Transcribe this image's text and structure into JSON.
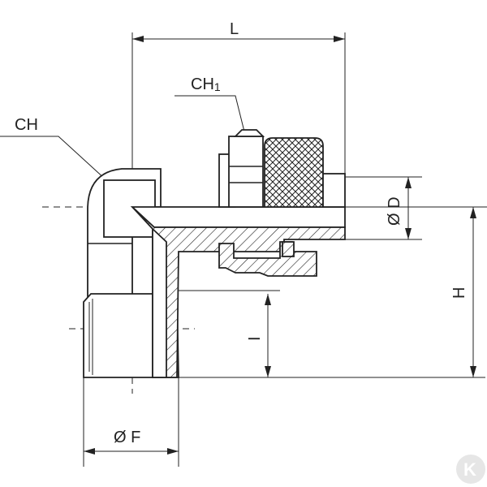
{
  "labels": {
    "L": "L",
    "CH1_main": "CH",
    "CH1_sub": "1",
    "CH": "CH",
    "D": "Ø D",
    "H": "H",
    "I": "I",
    "F": "Ø F"
  },
  "logo": {
    "letter": "K"
  },
  "colors": {
    "line": "#222222",
    "background": "#ffffff",
    "watermark": "#e6e6e6"
  }
}
